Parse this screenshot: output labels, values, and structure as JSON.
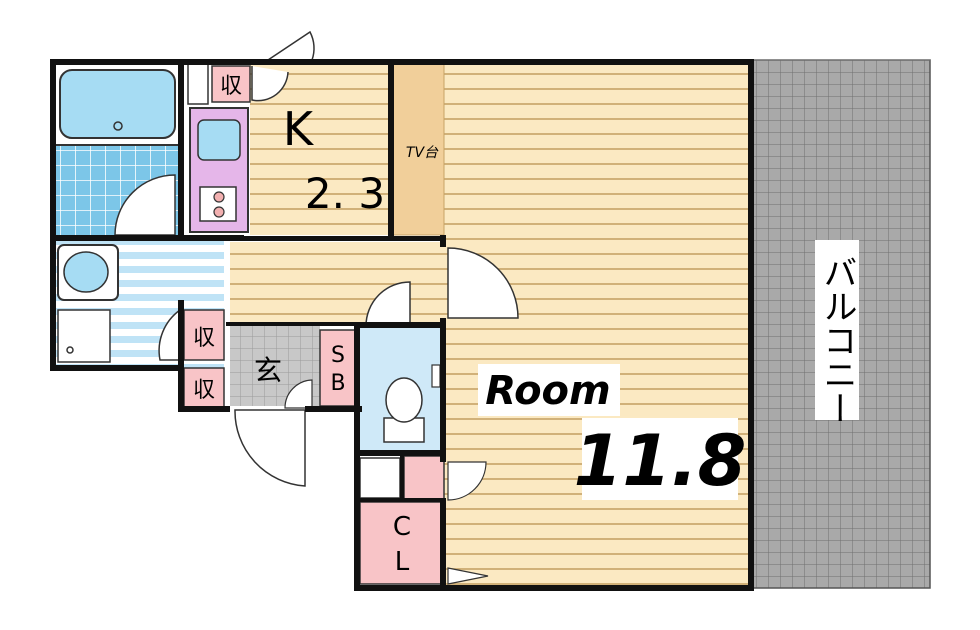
{
  "labels": {
    "kitchen_letter": "K",
    "kitchen_size": "2. 3",
    "tv_stand": "TV台",
    "room_word": "Room",
    "room_size": "11.8",
    "balcony": "バルコニー",
    "storage_top": "収",
    "storage_mid": "収",
    "storage_low": "収",
    "entrance": "玄",
    "shoe_box_1": "S",
    "shoe_box_2": "B",
    "closet_1": "C",
    "closet_2": "L"
  },
  "colors": {
    "wall": "#111111",
    "wood_floor": "#fbe9c2",
    "wood_line": "#c7a367",
    "tv_stand": "#f1cf9a",
    "bath": "#a6dcf3",
    "toilet_room": "#cfe9f8",
    "kitchen_counter": "#e5b6e9",
    "storage": "#f8c4c7",
    "balcony": "#a9a9a9",
    "balcony_grid": "#6f6f6f",
    "tile_floor": "#bcbcbc"
  }
}
